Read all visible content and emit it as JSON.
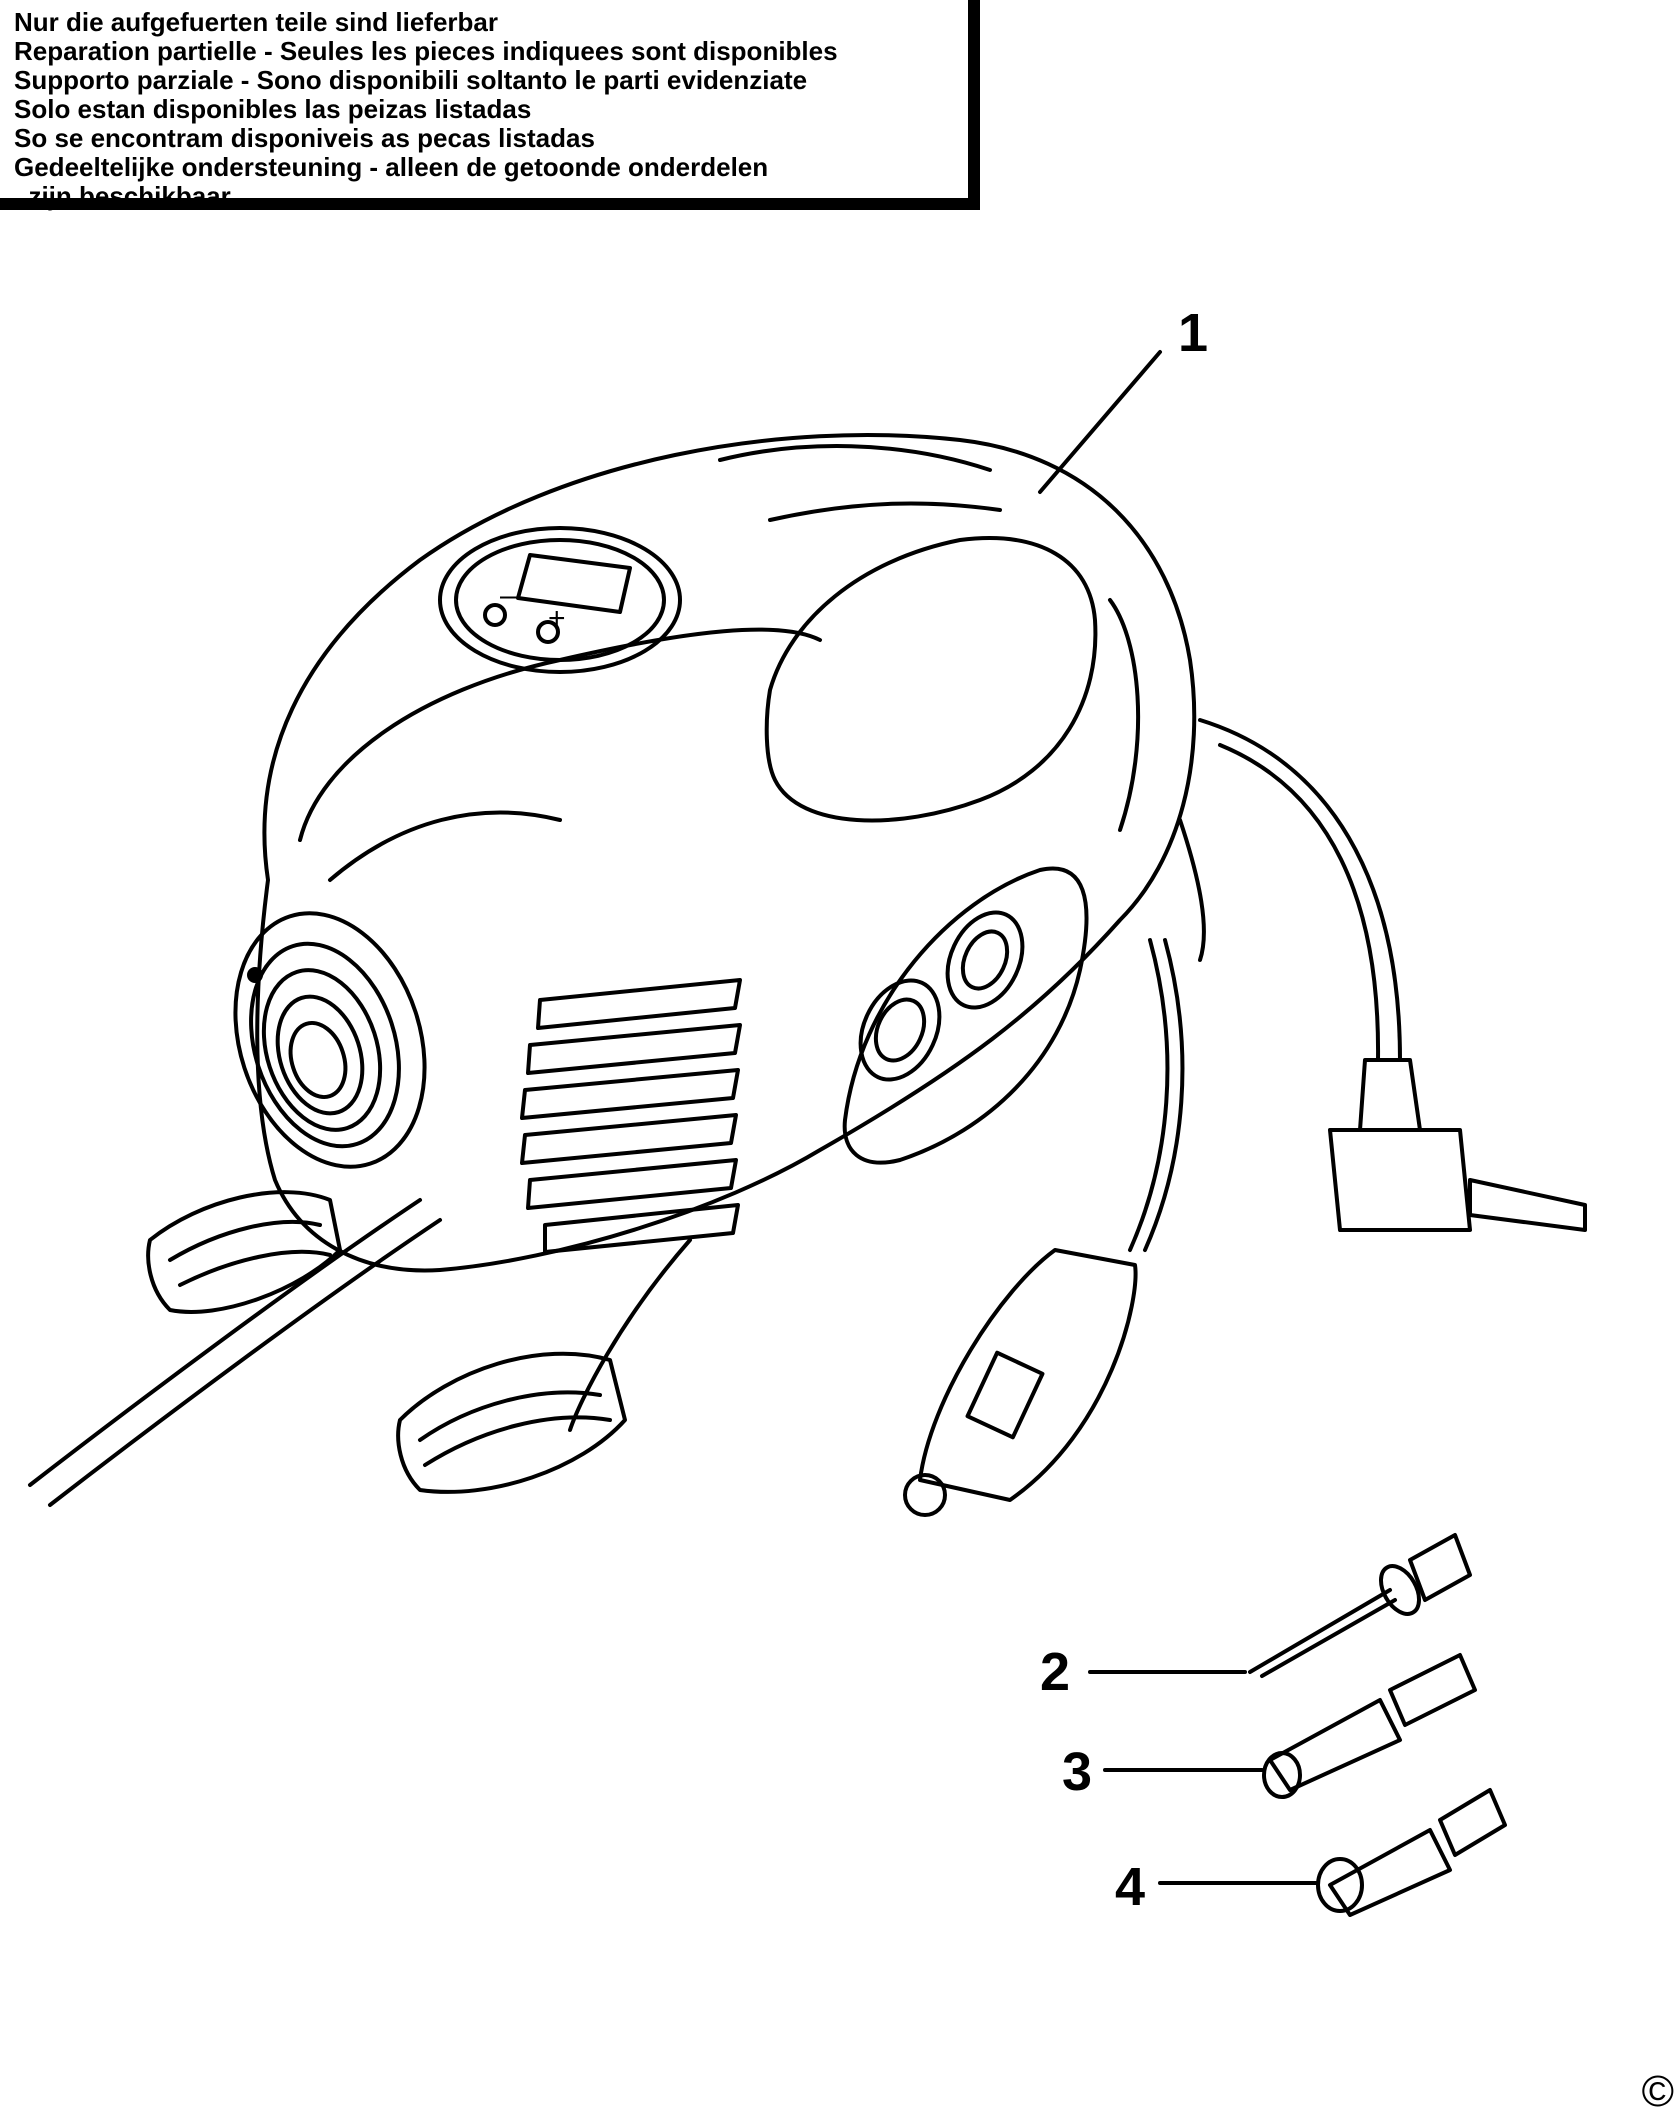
{
  "notice": {
    "lines": [
      "Nur die aufgefuerten teile sind lieferbar",
      "Reparation partielle - Seules les pieces indiquees sont disponibles",
      "Supporto parziale - Sono disponibili soltanto le parti evidenziate",
      "Solo estan disponibles las peizas listadas",
      "So se encontram disponiveis as pecas listadas",
      "Gedeeltelijke ondersteuning - alleen de getoonde onderdelen",
      "  zijn beschikbaar"
    ]
  },
  "callouts": [
    "1",
    "2",
    "3",
    "4"
  ],
  "display_symbols": {
    "minus": "–",
    "plus": "+"
  },
  "copyright": "©"
}
